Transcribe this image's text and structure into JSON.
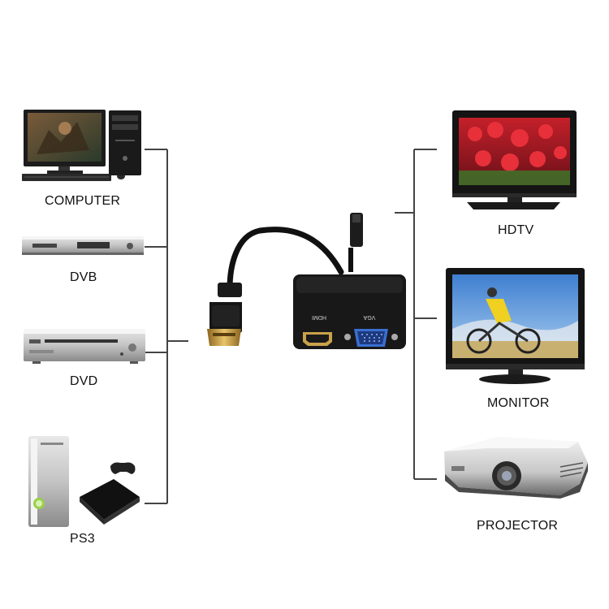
{
  "sources": [
    {
      "id": "computer",
      "label": "COMPUTER"
    },
    {
      "id": "dvb",
      "label": "DVB"
    },
    {
      "id": "dvd",
      "label": "DVD"
    },
    {
      "id": "ps3",
      "label": "PS3"
    }
  ],
  "displays": [
    {
      "id": "hdtv",
      "label": "HDTV"
    },
    {
      "id": "monitor",
      "label": "MONITOR"
    },
    {
      "id": "projector",
      "label": "PROJECTOR"
    }
  ],
  "adapter": {
    "port_left": "HDMI",
    "port_right": "VGA"
  },
  "colors": {
    "line": "#444444",
    "adapter_body": "#1a1a1a",
    "gold": "#c8a040",
    "vga_blue": "#3a6fd0"
  }
}
